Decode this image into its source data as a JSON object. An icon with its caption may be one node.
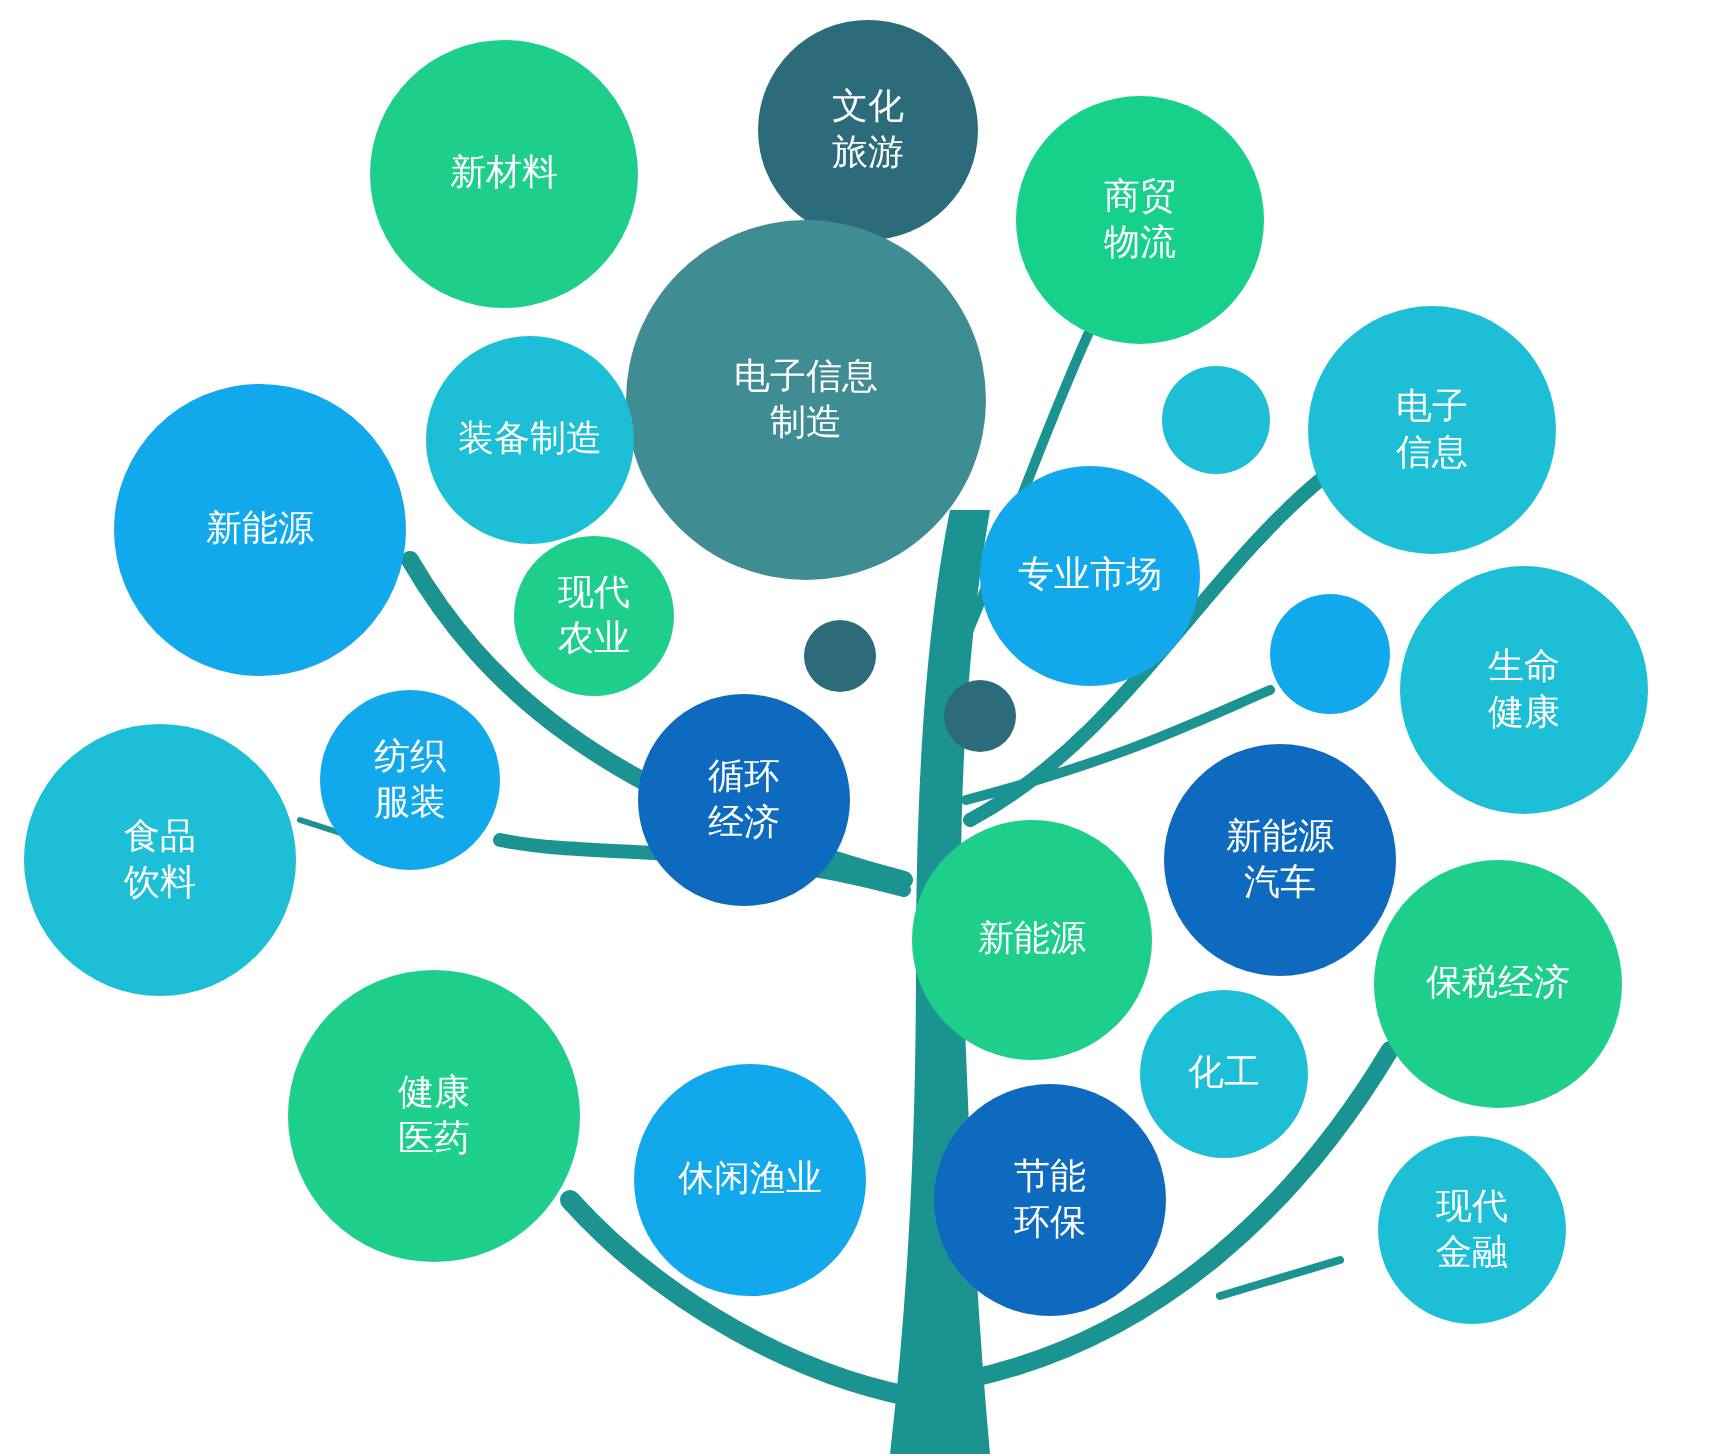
{
  "diagram": {
    "nodes": [
      {
        "text": [
          "新材料"
        ]
      },
      {
        "text": [
          "文化旅游"
        ]
      },
      {
        "text": [
          "商贸物流"
        ]
      },
      {
        "text": [
          "电子信息制造"
        ]
      },
      {
        "text": [
          "装备制造"
        ]
      },
      {
        "text": [],
        "shape": "circle"
      },
      {
        "text": [
          "电子信息"
        ]
      },
      {
        "text": [
          "新能源"
        ]
      },
      {
        "text": [
          "专业市场"
        ]
      },
      {
        "text": [
          "现代农业"
        ]
      },
      {
        "text": [],
        "shape": "circle"
      },
      {
        "text": [],
        "shape": "circle"
      },
      {
        "text": [
          "生命健康"
        ]
      },
      {
        "text": [],
        "shape": "circle"
      },
      {
        "text": [
          "纺织服装"
        ]
      },
      {
        "text": [
          "循环经济"
        ]
      },
      {
        "text": [
          "食品饮料"
        ]
      },
      {
        "text": [
          "新能源汽车"
        ]
      },
      {
        "text": [
          "新能源"
        ]
      },
      {
        "text": [
          "保税经济"
        ]
      },
      {
        "text": [
          "化工"
        ]
      },
      {
        "text": [
          "健康医药"
        ]
      },
      {
        "text": [
          "休闲渔业"
        ]
      },
      {
        "text": [
          "节能环保"
        ]
      },
      {
        "text": [
          "现代金融"
        ]
      }
    ]
  }
}
